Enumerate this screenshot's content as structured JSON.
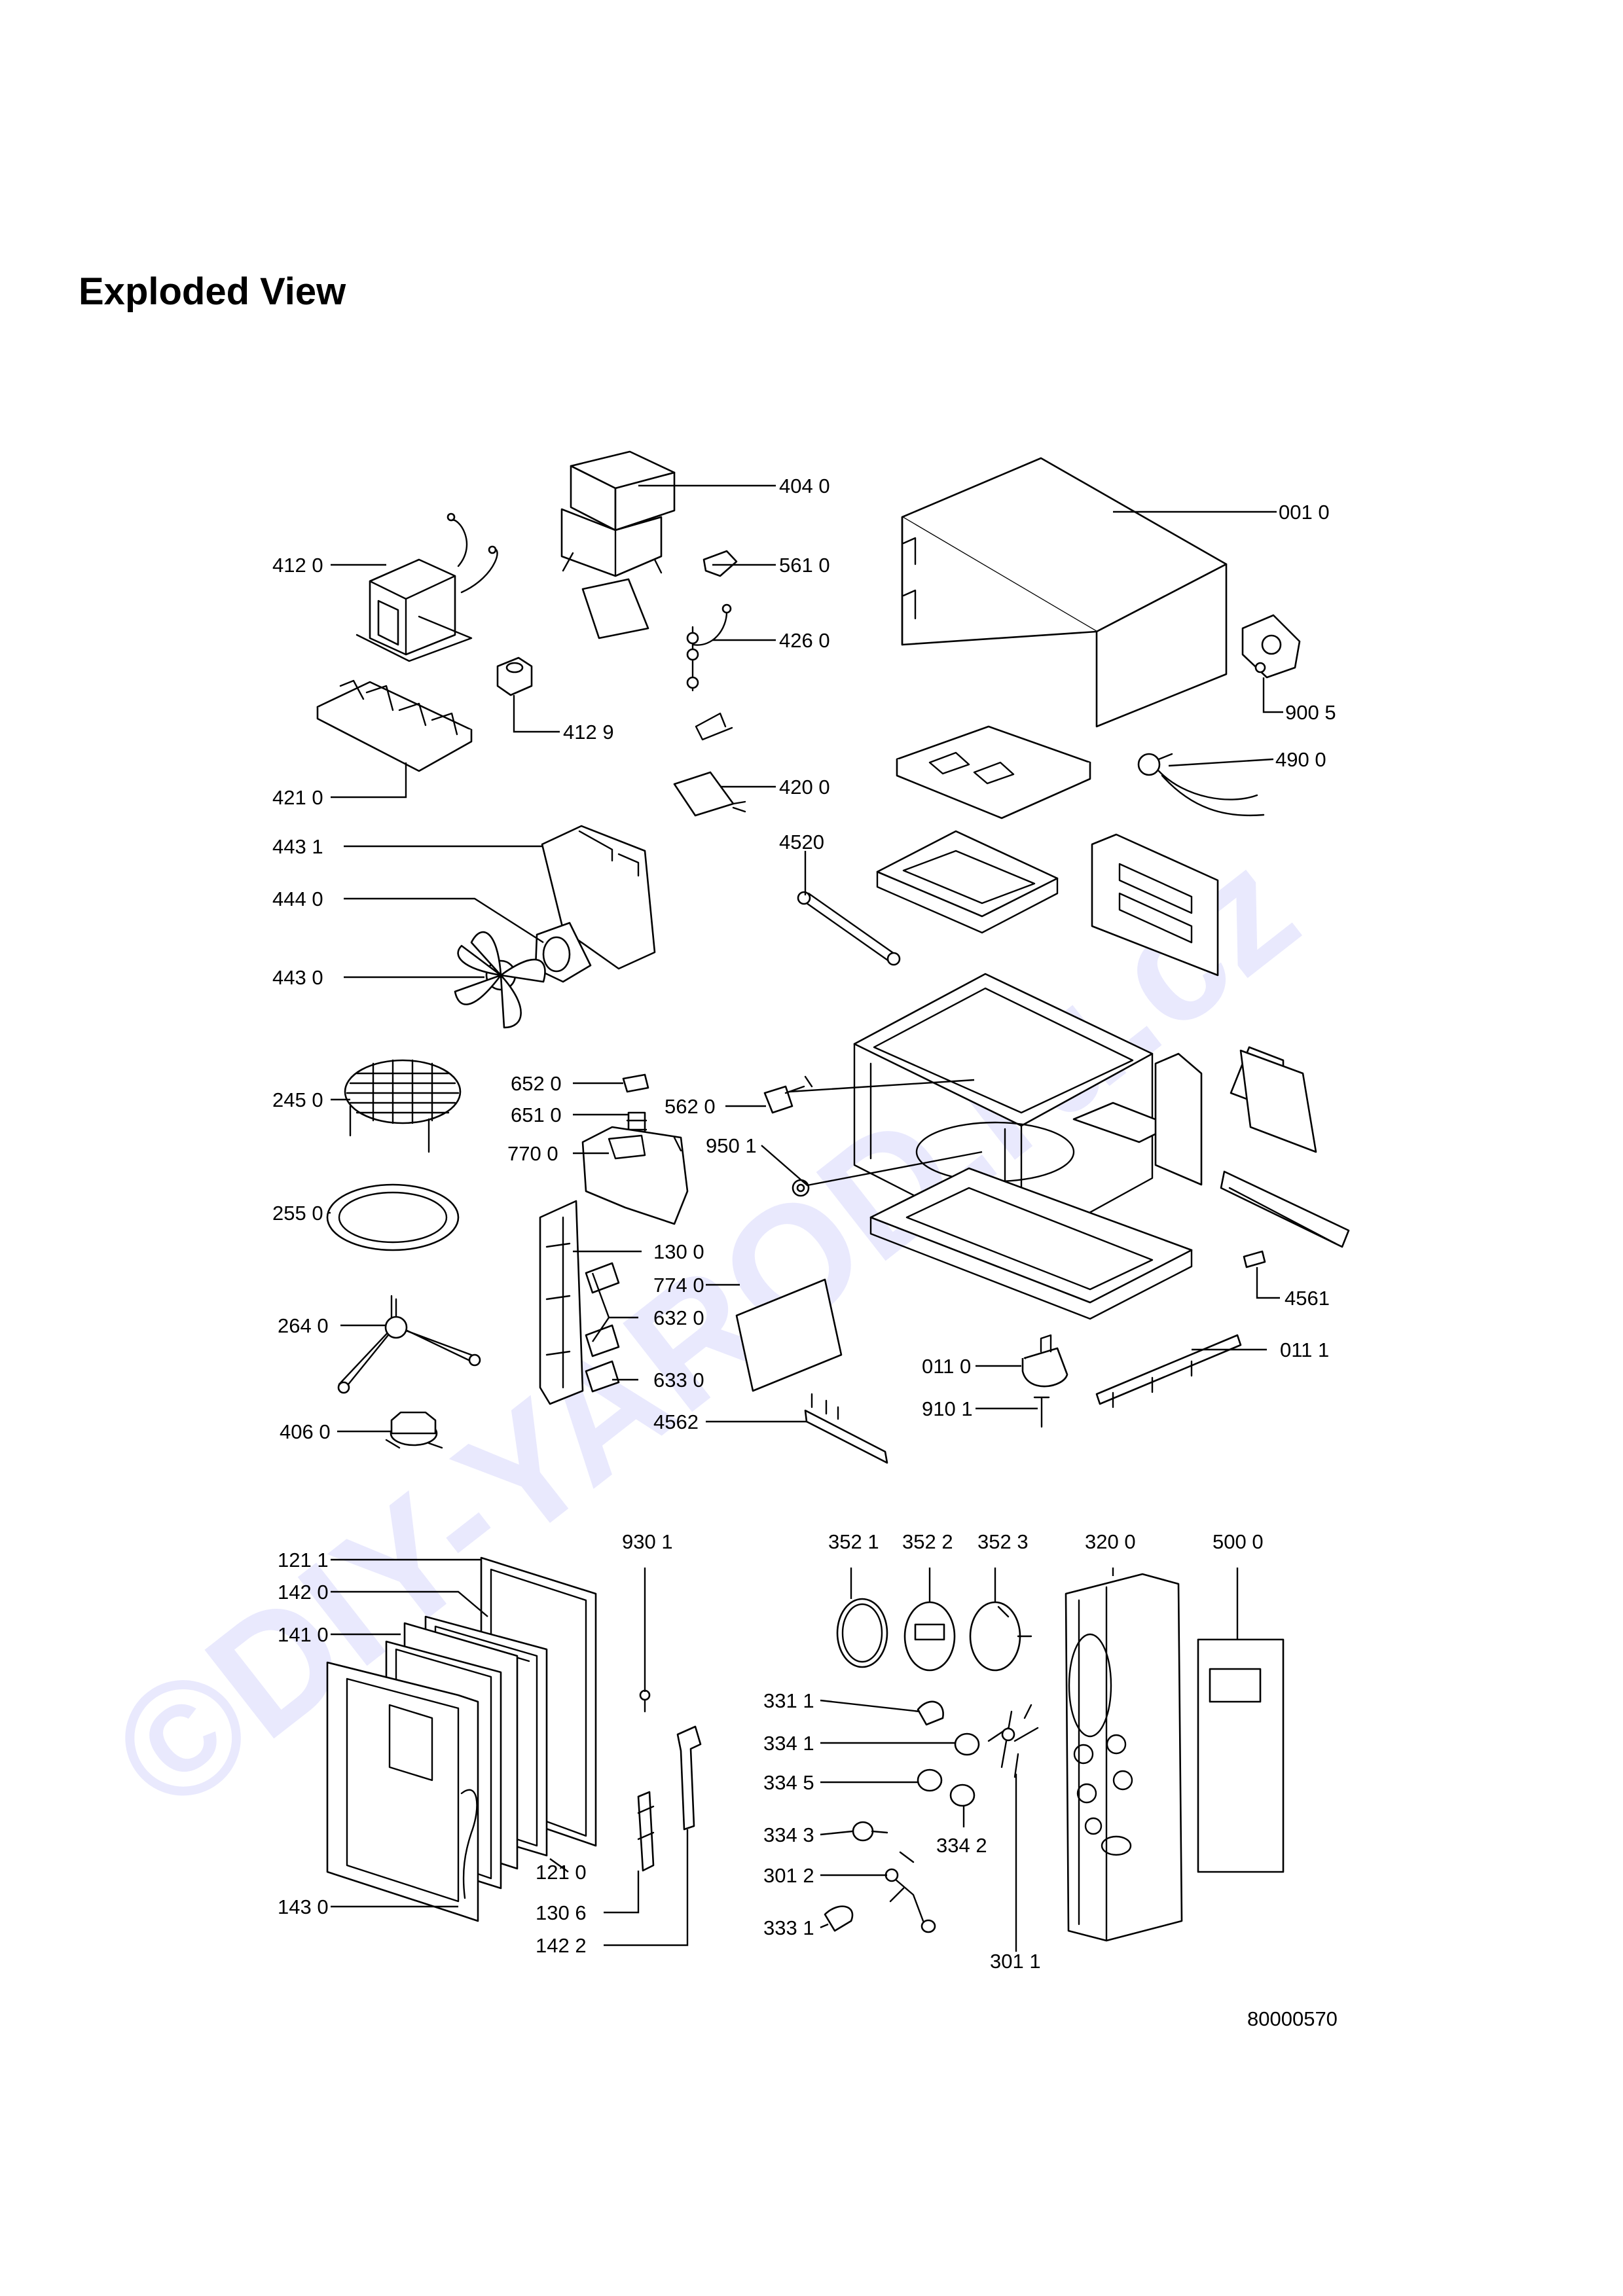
{
  "title": "Exploded View",
  "watermark": "©DIY-YAROD.ru.cz",
  "document_id": "80000570",
  "callouts": {
    "c4040": "404 0",
    "c0010": "001 0",
    "c4120": "412 0",
    "c5610": "561 0",
    "c4260": "426 0",
    "c9005": "900 5",
    "c4129": "412 9",
    "c4900": "490 0",
    "c4210": "421 0",
    "c4200": "420 0",
    "c4431": "443 1",
    "c4520": "4520",
    "c4440": "444 0",
    "c4430": "443 0",
    "c6520": "652 0",
    "c2450": "245 0",
    "c6510": "651 0",
    "c5620": "562 0",
    "c7700": "770 0",
    "c9501": "950 1",
    "c2550": "255 0",
    "c1300": "130 0",
    "c7740": "774 0",
    "c6320": "632 0",
    "c4561": "4561",
    "c2640": "264 0",
    "c0110": "011 0",
    "c0111": "011 1",
    "c6330": "633 0",
    "c9101": "910 1",
    "c4060": "406 0",
    "c4562": "4562",
    "c9301": "930 1",
    "c3521": "352 1",
    "c3522": "352 2",
    "c3523": "352 3",
    "c3200": "320 0",
    "c5000": "500 0",
    "c1211": "121 1",
    "c1420": "142 0",
    "c1410": "141 0",
    "c3311": "331 1",
    "c3341": "334 1",
    "c3345": "334 5",
    "c3343": "334 3",
    "c3342": "334 2",
    "c1210": "121 0",
    "c3012": "301 2",
    "c1430": "143 0",
    "c1306": "130 6",
    "c3331": "333 1",
    "c1422": "142 2",
    "c3011": "301 1"
  }
}
